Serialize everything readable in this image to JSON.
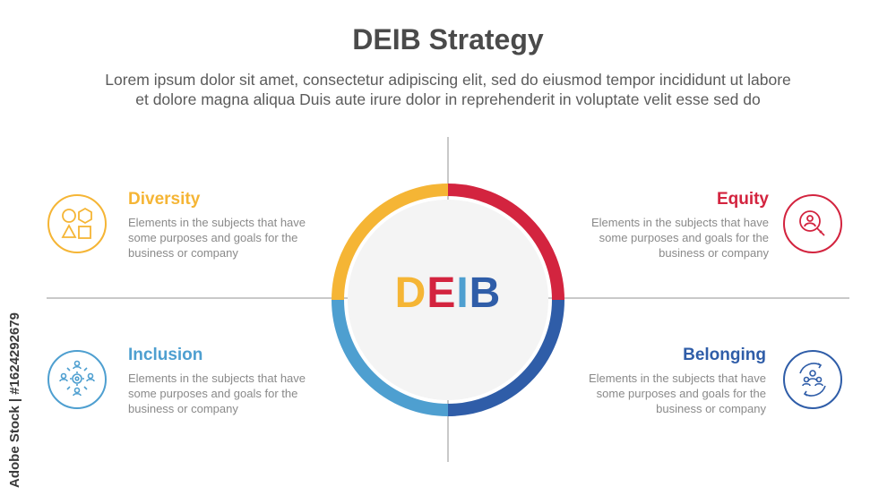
{
  "header": {
    "title": "DEIB Strategy",
    "subtitle_line1": "Lorem ipsum dolor sit amet, consectetur adipiscing elit, sed do eiusmod tempor incididunt ut labore",
    "subtitle_line2": "et dolore magna aliqua Duis aute irure dolor in reprehenderit in voluptate velit esse sed do"
  },
  "center": {
    "letters": [
      "D",
      "E",
      "I",
      "B"
    ],
    "colors": [
      "#f5b535",
      "#d3243f",
      "#4e9fd0",
      "#2f5da8"
    ]
  },
  "items": {
    "diversity": {
      "title": "Diversity",
      "desc1": "Elements in the subjects that have",
      "desc2": "some purposes and goals for the",
      "desc3": "business or company",
      "color": "#f5b535",
      "icon": "shapes-icon"
    },
    "equity": {
      "title": "Equity",
      "desc1": "Elements in the subjects that have",
      "desc2": "some purposes and goals for the",
      "desc3": "business or company",
      "color": "#d3243f",
      "icon": "person-search-icon"
    },
    "inclusion": {
      "title": "Inclusion",
      "desc1": "Elements in the subjects that have",
      "desc2": "some purposes and goals for the",
      "desc3": "business or company",
      "color": "#4e9fd0",
      "icon": "people-gear-icon"
    },
    "belonging": {
      "title": "Belonging",
      "desc1": "Elements in the subjects that have",
      "desc2": "some purposes and goals for the",
      "desc3": "business or company",
      "color": "#2f5da8",
      "icon": "group-cycle-icon"
    }
  },
  "watermark": "Adobe Stock | #1624292679"
}
